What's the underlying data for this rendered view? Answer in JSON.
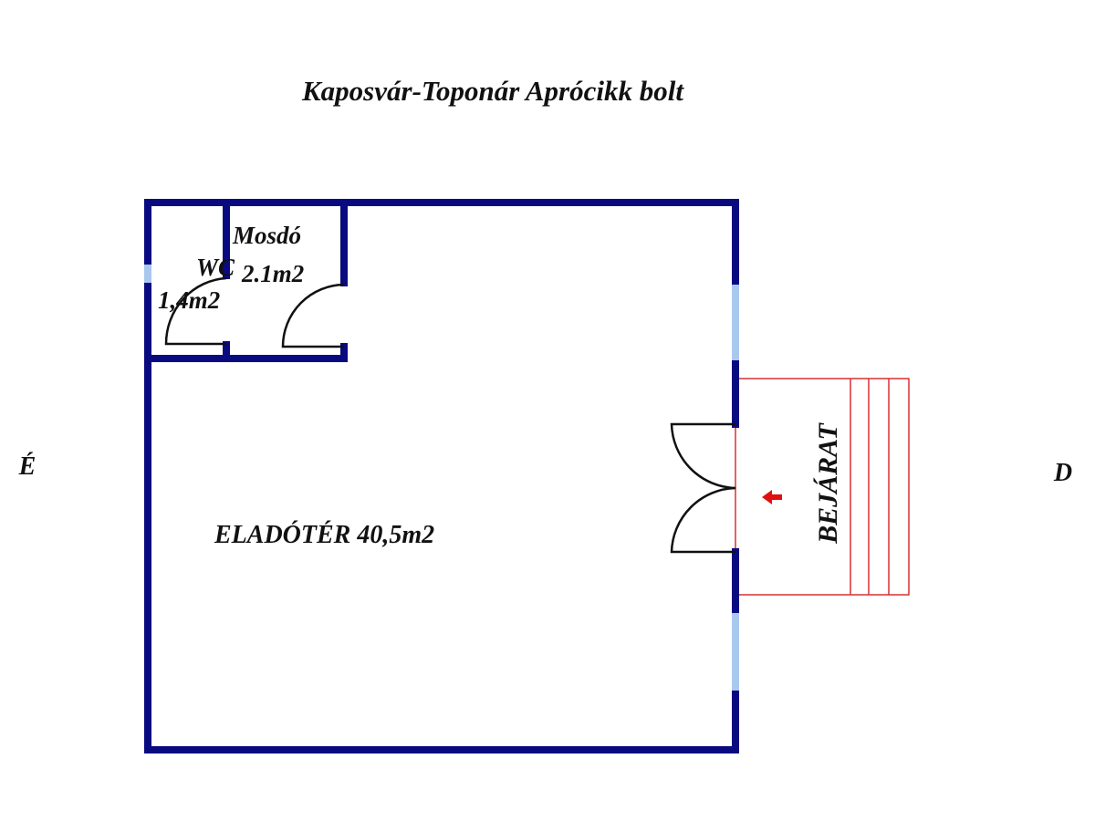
{
  "title": "Kaposvár-Toponár Aprócikk bolt",
  "compass": {
    "north": "É",
    "south": "D"
  },
  "rooms": {
    "wc": {
      "name": "WC",
      "area": "1,4m2"
    },
    "mosdo": {
      "name": "Mosdó",
      "area": "2.1m2"
    },
    "eladoter": {
      "label": "ELADÓTÉR 40,5m2"
    }
  },
  "entrance": {
    "label": "BEJÁRAT"
  },
  "colors": {
    "wall": "#0a0a80",
    "window": "#a9c8ee",
    "stairs": "#d83030",
    "arrow": "#e01010"
  }
}
